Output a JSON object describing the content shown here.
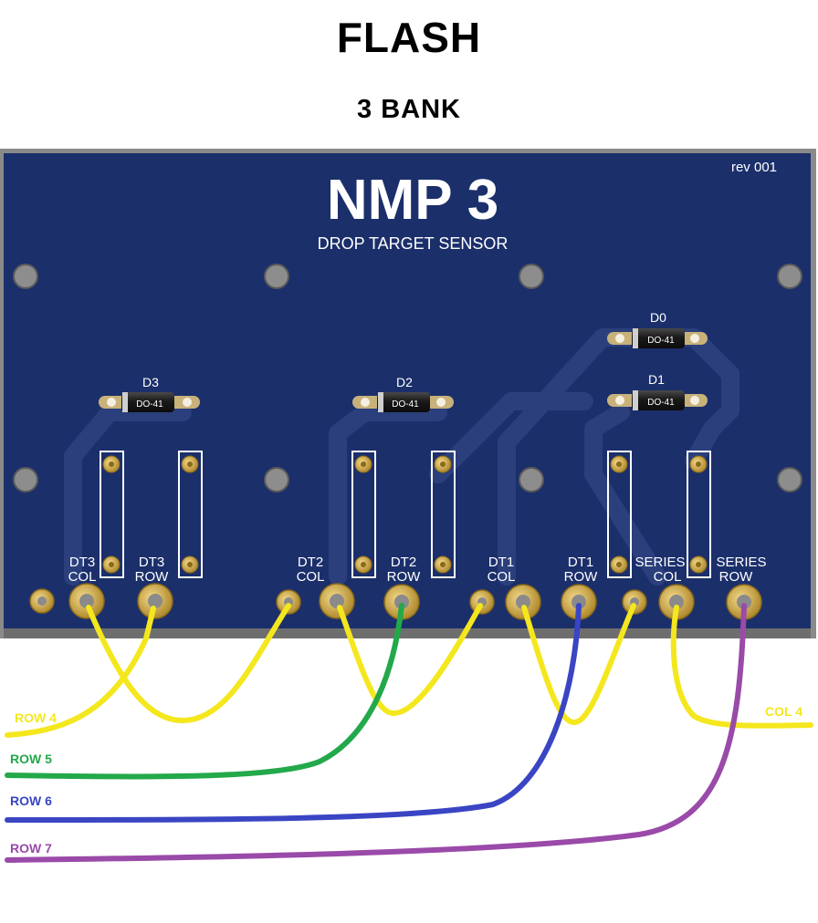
{
  "header": {
    "title": "FLASH",
    "subtitle": "3 BANK"
  },
  "board": {
    "name": "NMP 3",
    "description": "DROP TARGET SENSOR",
    "revision": "rev 001",
    "color": "#1b2f6b",
    "diodes": [
      {
        "ref": "D3",
        "package": "DO-41"
      },
      {
        "ref": "D2",
        "package": "DO-41"
      },
      {
        "ref": "D0",
        "package": "DO-41"
      },
      {
        "ref": "D1",
        "package": "DO-41"
      }
    ],
    "terminals": [
      {
        "line1": "DT3",
        "line2": "COL"
      },
      {
        "line1": "DT3",
        "line2": "ROW"
      },
      {
        "line1": "DT2",
        "line2": "COL"
      },
      {
        "line1": "DT2",
        "line2": "ROW"
      },
      {
        "line1": "DT1",
        "line2": "COL"
      },
      {
        "line1": "DT1",
        "line2": "ROW"
      },
      {
        "line1": "SERIES",
        "line2": "COL"
      },
      {
        "line1": "SERIES",
        "line2": "ROW"
      }
    ]
  },
  "wires": [
    {
      "label": "ROW 4",
      "color": "#f4e71e"
    },
    {
      "label": "ROW 5",
      "color": "#23a84a"
    },
    {
      "label": "ROW 6",
      "color": "#3a45c4"
    },
    {
      "label": "ROW 7",
      "color": "#9a4aa8"
    },
    {
      "label": "COL 4",
      "color": "#f4e71e"
    }
  ],
  "icons": {
    "diode": "diode-icon",
    "mounting_hole": "mounting-hole-icon",
    "pad": "solder-pad-icon"
  }
}
